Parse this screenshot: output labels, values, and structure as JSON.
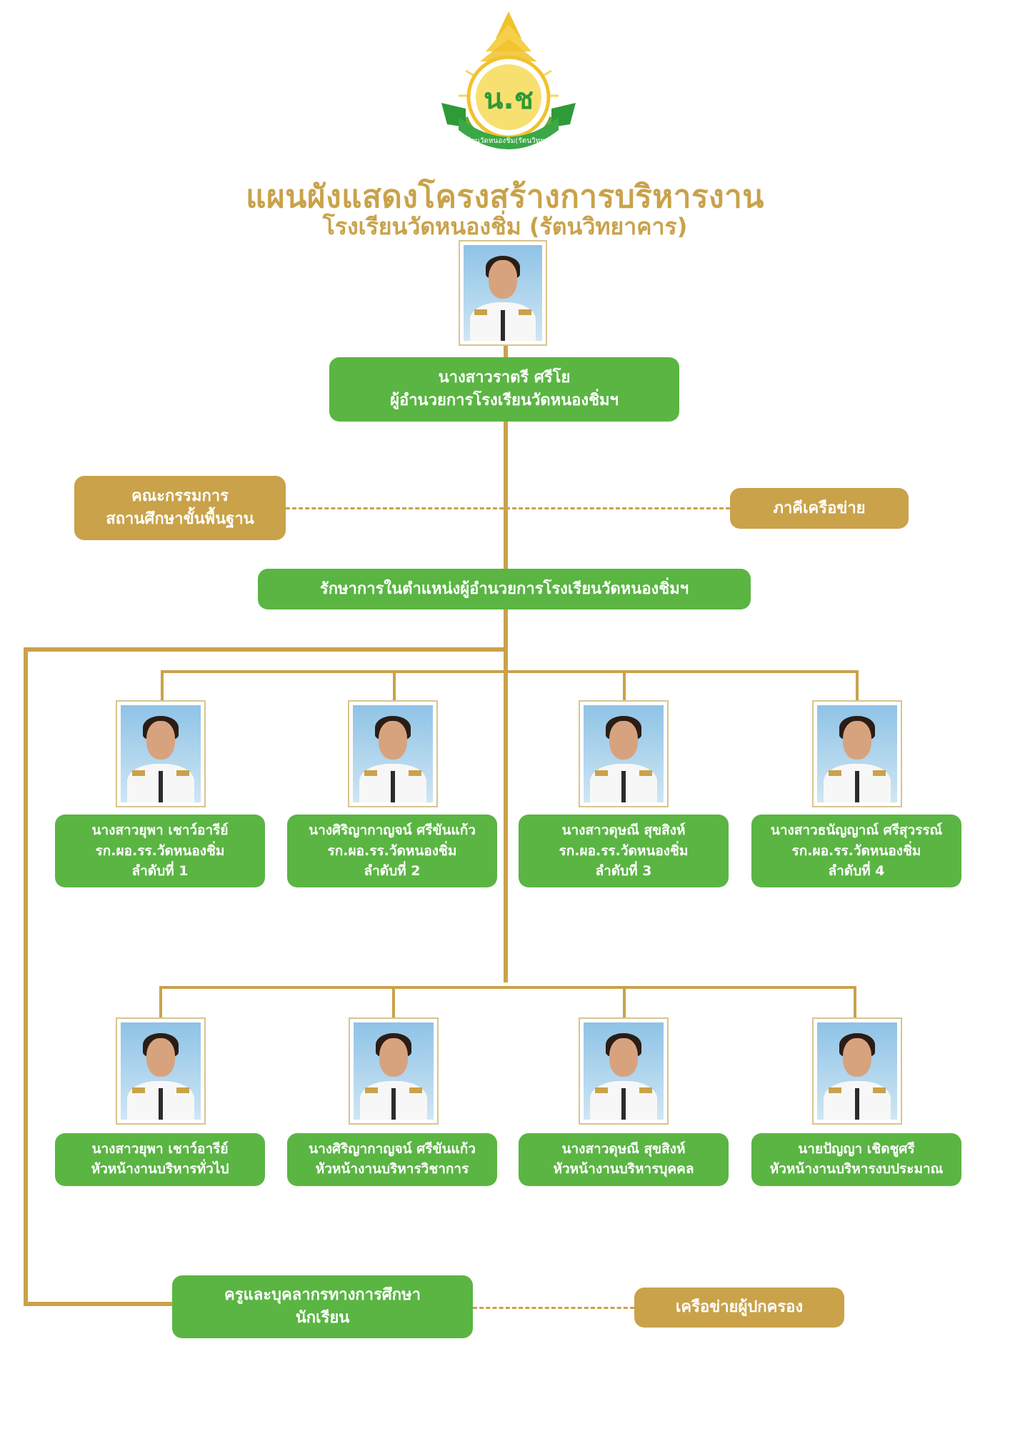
{
  "header": {
    "title": "แผนผังแสดงโครงสร้างการบริหารงาน",
    "subtitle": "โรงเรียนวัดหนองชิ่ม (รัตนวิทยาคาร)",
    "logo_text": "โรงเรียนวัดหนองชิ่ม(รัตนวิทยาคาร)",
    "logo_initials": "น.ช"
  },
  "director": {
    "name": "นางสาวราตรี ศรีโย",
    "position": "ผู้อำนวยการโรงเรียนวัดหนองชิ่มฯ"
  },
  "board": {
    "line1": "คณะกรรมการ",
    "line2": "สถานศึกษาขั้นพื้นฐาน"
  },
  "network": {
    "label": "ภาคีเครือข่าย"
  },
  "acting": {
    "label": "รักษาการในตำแหน่งผู้อำนวยการโรงเรียนวัดหนองชิ่มฯ"
  },
  "deputies": [
    {
      "name": "นางสาวยุพา เชาว์อารีย์",
      "role": "รก.ผอ.รร.วัดหนองชิ่ม",
      "order": "ลำดับที่ 1"
    },
    {
      "name": "นางศิริญากาญจน์ ศรีขันแก้ว",
      "role": "รก.ผอ.รร.วัดหนองชิ่ม",
      "order": "ลำดับที่ 2"
    },
    {
      "name": "นางสาวดุษณี สุขสิงห์",
      "role": "รก.ผอ.รร.วัดหนองชิ่ม",
      "order": "ลำดับที่ 3"
    },
    {
      "name": "นางสาวธนัญญาณ์ ศรีสุวรรณ์",
      "role": "รก.ผอ.รร.วัดหนองชิ่ม",
      "order": "ลำดับที่ 4"
    }
  ],
  "heads": [
    {
      "name": "นางสาวยุพา เชาว์อารีย์",
      "role": "หัวหน้างานบริหารทั่วไป"
    },
    {
      "name": "นางศิริญากาญจน์ ศรีขันแก้ว",
      "role": "หัวหน้างานบริหารวิชาการ"
    },
    {
      "name": "นางสาวดุษณี สุขสิงห์",
      "role": "หัวหน้างานบริหารบุคคล"
    },
    {
      "name": "นายปัญญา เชิดชูศรี",
      "role": "หัวหน้างานบริหารงบประมาณ"
    }
  ],
  "staff": {
    "line1": "ครูและบุคลากรทางการศึกษา",
    "line2": "นักเรียน"
  },
  "parents_network": {
    "label": "เครือข่ายผู้ปกครอง"
  },
  "colors": {
    "gold": "#c9a24a",
    "green": "#5ab543",
    "white": "#ffffff"
  }
}
